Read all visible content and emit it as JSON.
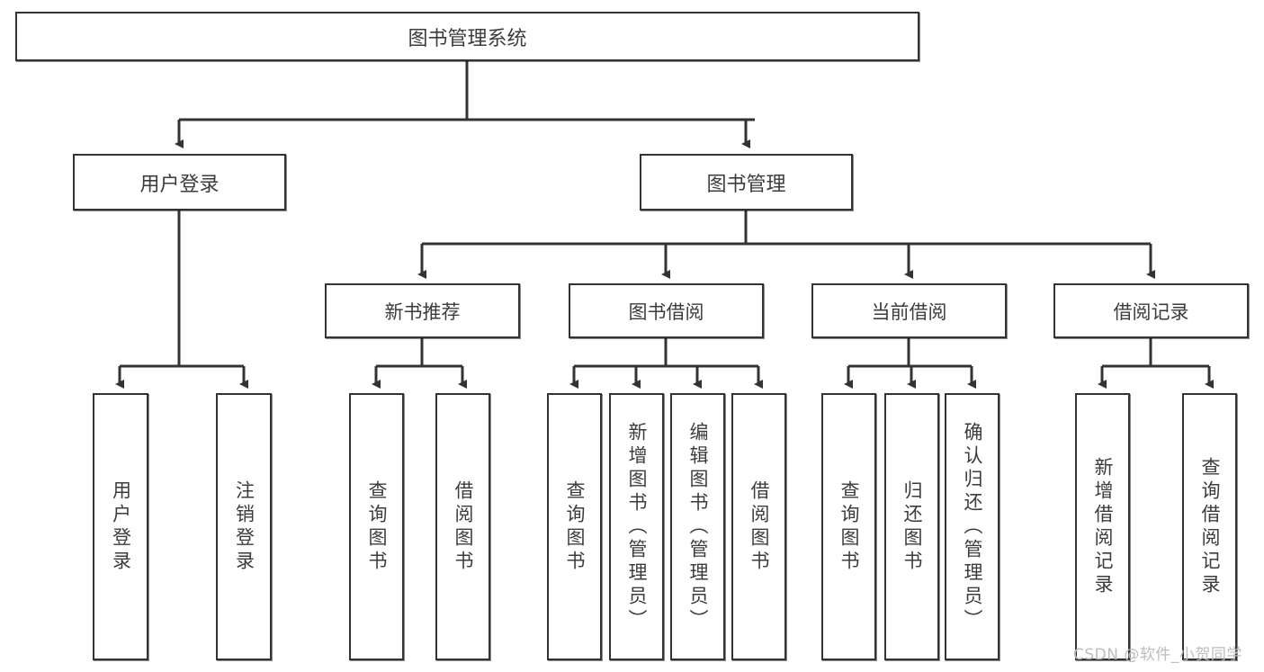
{
  "diagram": {
    "title": "图书管理系统",
    "root": {
      "label": "图书管理系统"
    },
    "level1": [
      {
        "label": "用户登录"
      },
      {
        "label": "图书管理"
      }
    ],
    "level2": [
      {
        "label": "新书推荐"
      },
      {
        "label": "图书借阅"
      },
      {
        "label": "当前借阅"
      },
      {
        "label": "借阅记录"
      }
    ],
    "leaves": {
      "user_login": [
        {
          "label": "用户登录"
        },
        {
          "label": "注销登录"
        }
      ],
      "new_book_recommend": [
        {
          "label": "查询图书"
        },
        {
          "label": "借阅图书"
        }
      ],
      "book_borrow": [
        {
          "label": "查询图书"
        },
        {
          "label": "新增图书（管理员）"
        },
        {
          "label": "编辑图书（管理员）"
        },
        {
          "label": "借阅图书"
        }
      ],
      "current_borrow": [
        {
          "label": "查询图书"
        },
        {
          "label": "归还图书"
        },
        {
          "label": "确认归还（管理员）"
        }
      ],
      "borrow_record": [
        {
          "label": "新增借阅记录"
        },
        {
          "label": "查询借阅记录"
        }
      ]
    }
  },
  "watermark": {
    "text": "CSDN @软件_小贺同学"
  },
  "colors": {
    "stroke": "#333333",
    "text": "#3c3c3c",
    "background": "#ffffff",
    "watermark": "#bdbdbd"
  }
}
